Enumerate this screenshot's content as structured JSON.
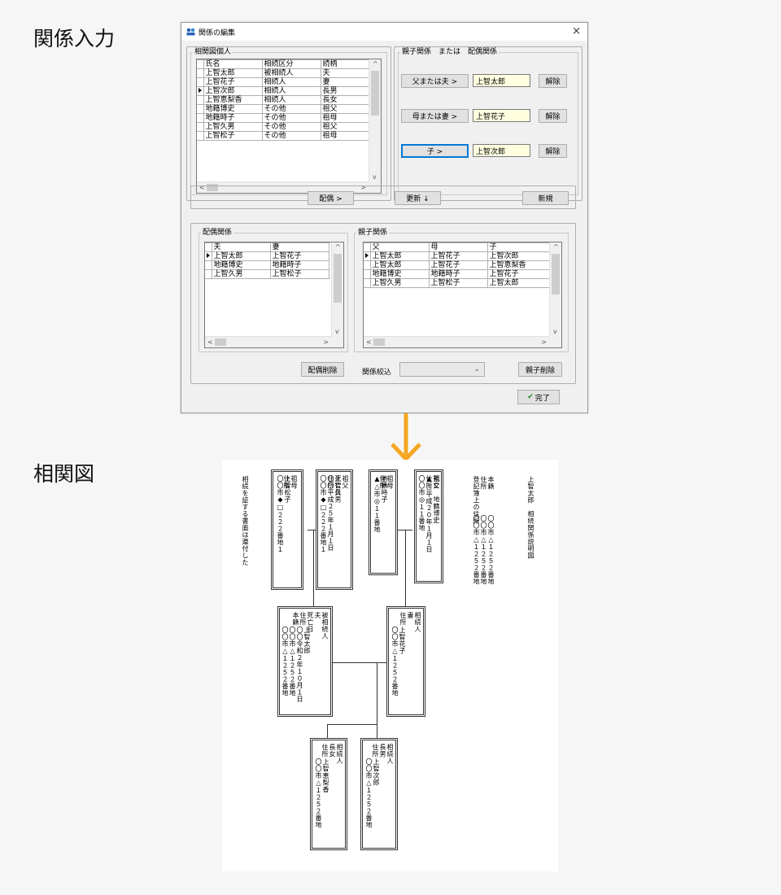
{
  "labels": {
    "input_section": "関係入力",
    "chart_section": "相関図"
  },
  "dialog": {
    "title": "関係の編集",
    "close_glyph": "×",
    "persons_group": "相関図個人",
    "persons_headers": [
      "氏名",
      "相続区分",
      "続柄"
    ],
    "persons_rows": [
      [
        "上智太郎",
        "被相続人",
        "夫"
      ],
      [
        "上智花子",
        "相続人",
        "妻"
      ],
      [
        "上智次郎",
        "相続人",
        "長男"
      ],
      [
        "上智恵梨香",
        "相続人",
        "長女"
      ],
      [
        "地籍博史",
        "その他",
        "祖父"
      ],
      [
        "地籍時子",
        "その他",
        "祖母"
      ],
      [
        "上智久男",
        "その他",
        "祖父"
      ],
      [
        "上智松子",
        "その他",
        "祖母"
      ]
    ],
    "relation_group": "親子関係　または　配偶関係",
    "father_btn": "父または夫 >",
    "father_value": "上智太郎",
    "mother_btn": "母または妻 >",
    "mother_value": "上智花子",
    "child_btn": "子 >",
    "child_value": "上智次郎",
    "cancel_label": "解除",
    "spouse_btn": "配偶 >",
    "update_btn": "更新 ↓",
    "new_btn": "新規",
    "spouse_group": "配偶関係",
    "spouse_headers": [
      "夫",
      "妻"
    ],
    "spouse_rows": [
      [
        "上智太郎",
        "上智花子"
      ],
      [
        "地籍博史",
        "地籍時子"
      ],
      [
        "上智久男",
        "上智松子"
      ]
    ],
    "parent_group": "親子関係",
    "parent_headers": [
      "父",
      "母",
      "子"
    ],
    "parent_rows": [
      [
        "上智太郎",
        "上智花子",
        "上智次郎"
      ],
      [
        "上智太郎",
        "上智花子",
        "上智恵梨香"
      ],
      [
        "地籍博史",
        "地籍時子",
        "上智花子"
      ],
      [
        "上智久男",
        "上智松子",
        "上智太郎"
      ]
    ],
    "delete_spouse_btn": "配偶削除",
    "filter_label": "関係絞込",
    "filter_value": "",
    "delete_parent_btn": "親子削除",
    "done_btn": "完了",
    "accent_check": "#1f8a1f",
    "selection_border": "#0078d7",
    "field_bg": "#ffffe0"
  },
  "chart": {
    "title_col": "上智太郎　相続関係説明図",
    "honseki": "本籍\n住所\n登記簿上の住所",
    "honseki_values": "〇〇市△１２５２番地\n〇〇市△１２５２番地\n〇〇市△１２５２番地",
    "f1": "死亡\n住所",
    "f1_values": "祖父　地籍博史\n▲△平成２０年１月１日\n〇〇市◎１１番地",
    "m1": "祖母\n住所",
    "m1_values": "地籍時子\n▲△市◎１１番地",
    "f2": "祖父\n死亡日\n住所",
    "f2_values": "上智久男\n〇〇平成２５年１月１日\n〇〇市◆□２２２番地１",
    "m2": "祖母\n住所",
    "m2_values": "上智松子\n〇〇市◆□２２２番地１",
    "note": "相続を証する書面は還付した",
    "dec": "被相続人\n夫\n死亡日\n住所\n本籍",
    "dec_values": "上智太郎\n〇〇令和２年１０月１日\n〇〇市△１２５２番地\n〇〇市△１２５２番地",
    "wife": "相続人\n妻\n住所",
    "wife_values": "上智花子\n〇〇市△１２５２番地",
    "c1": "相続人\n長女\n住所",
    "c1_values": "上智恵梨香\n〇〇市△１２５２番地",
    "c2": "相続人\n長男\n住所",
    "c2_values": "上智次郎\n〇〇市△１２５２番地",
    "arrow_color": "#f5a623"
  }
}
